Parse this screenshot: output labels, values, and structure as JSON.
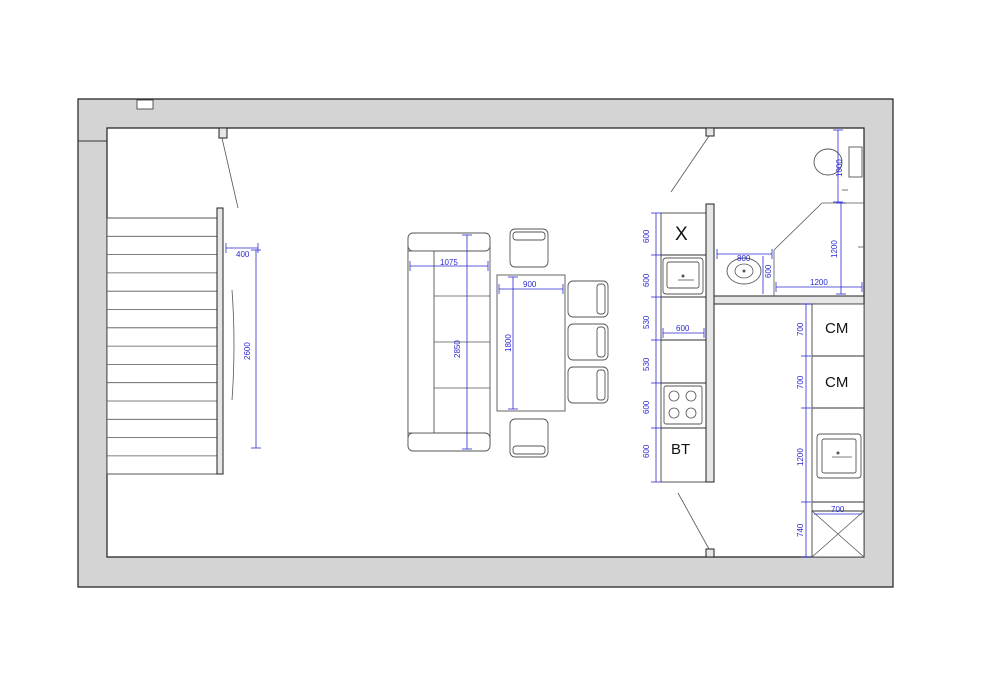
{
  "labels": {
    "fridge_mark": "X",
    "stove_counter": "BT",
    "cabinet_1": "CM",
    "cabinet_2": "CM"
  },
  "dimensions": {
    "stair_width": "400",
    "stair_length": "2600",
    "sofa_width": "1075",
    "sofa_length": "2850",
    "table_width": "900",
    "table_length": "1800",
    "counter_depth": "600",
    "counter_seg_1": "600",
    "counter_seg_2": "600",
    "counter_seg_3": "530",
    "counter_seg_4": "530",
    "counter_seg_5": "600",
    "counter_seg_6": "600",
    "basin_width": "800",
    "basin_depth": "600",
    "wc_depth": "1000",
    "shower_height": "1200",
    "shower_width": "1200",
    "cabinet_seg_1": "700",
    "cabinet_seg_2": "700",
    "cabinet_seg_3": "1200",
    "cabinet_seg_4": "740",
    "cabinet_width": "700"
  },
  "colors": {
    "wall": "#d4d4d4",
    "dimension": "#2a2ad0",
    "line": "#333333"
  }
}
